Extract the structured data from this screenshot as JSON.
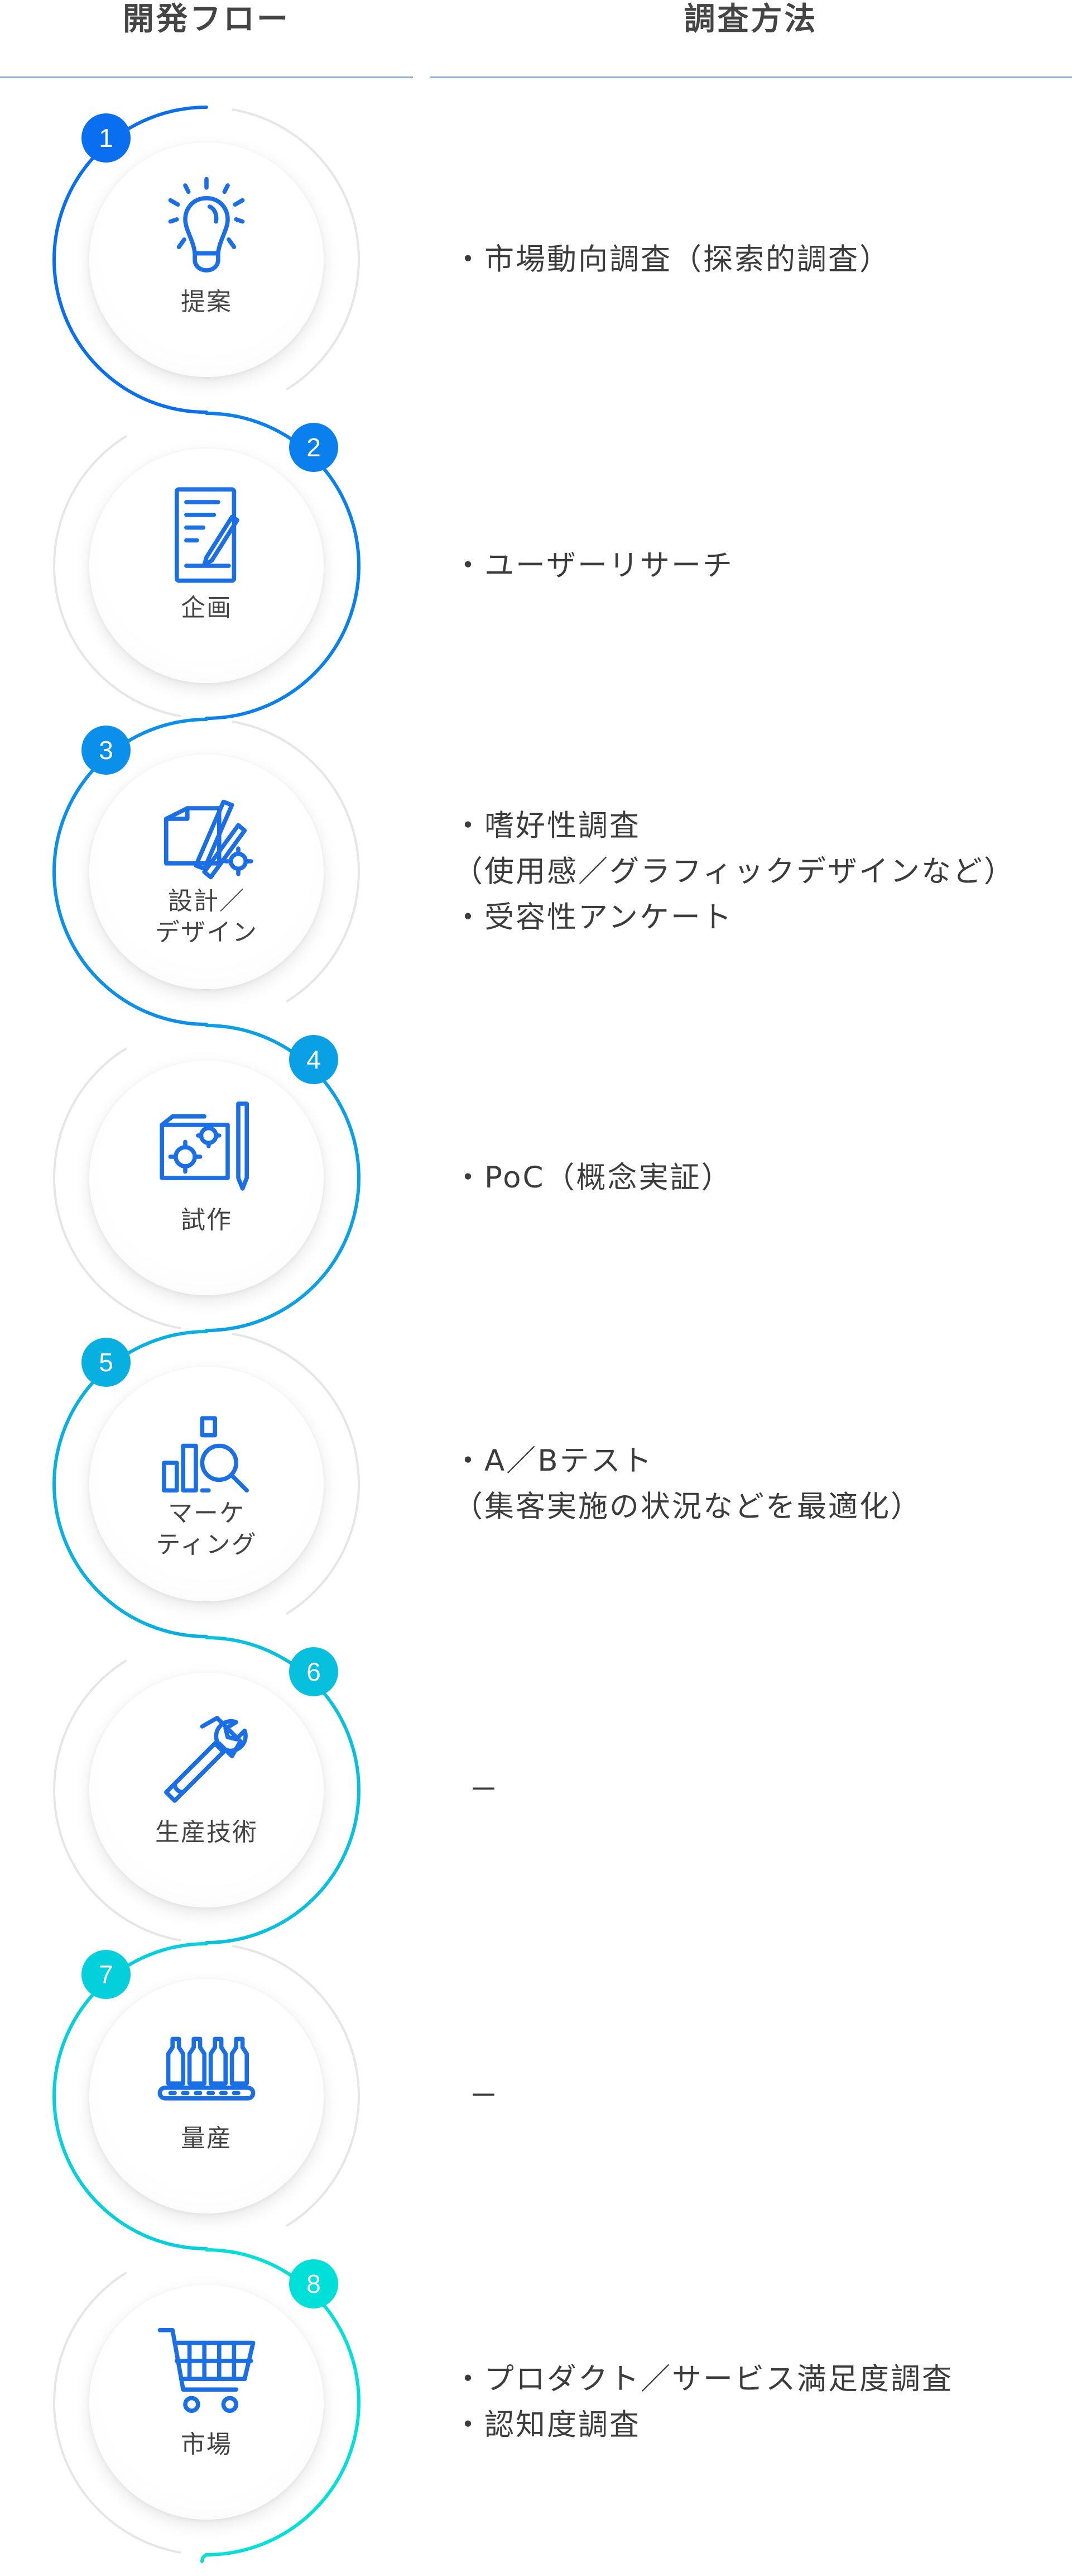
{
  "header": {
    "flow_title": "開発フロー",
    "method_title": "調査方法"
  },
  "colors": {
    "header_line": "#6f9bd6",
    "icon": "#1a6fe6",
    "ring_grey": "#e6e6e6"
  },
  "steps": [
    {
      "number": "1",
      "label": [
        "提案"
      ],
      "icon": "lightbulb-icon",
      "color": "#0a6ef0",
      "methods": [
        "・市場動向調査（探索的調査）"
      ]
    },
    {
      "number": "2",
      "label": [
        "企画"
      ],
      "icon": "document-pen-icon",
      "color": "#0a80ee",
      "methods": [
        "・ユーザーリサーチ"
      ]
    },
    {
      "number": "3",
      "label": [
        "設計／",
        "デザイン"
      ],
      "icon": "design-tools-icon",
      "color": "#0a90ea",
      "methods": [
        "・嗜好性調査",
        "（使用感／グラフィックデザインなど）",
        "・受容性アンケート"
      ]
    },
    {
      "number": "4",
      "label": [
        "試作"
      ],
      "icon": "prototype-gears-icon",
      "color": "#0aa0e6",
      "methods": [
        "・PoC（概念実証）"
      ]
    },
    {
      "number": "5",
      "label": [
        "マーケ",
        "ティング"
      ],
      "icon": "chart-magnifier-icon",
      "color": "#08b0e2",
      "methods": [
        "・A／Bテスト",
        "（集客実施の状況などを最適化）"
      ]
    },
    {
      "number": "6",
      "label": [
        "生産技術"
      ],
      "icon": "hammer-wrench-icon",
      "color": "#06c0de",
      "methods": [
        "－"
      ]
    },
    {
      "number": "7",
      "label": [
        "量産"
      ],
      "icon": "bottles-conveyor-icon",
      "color": "#04d0dc",
      "methods": [
        "－"
      ]
    },
    {
      "number": "8",
      "label": [
        "市場"
      ],
      "icon": "shopping-cart-icon",
      "color": "#00e0d8",
      "methods": [
        "・プロダクト／サービス満足度調査",
        "・認知度調査"
      ]
    }
  ]
}
